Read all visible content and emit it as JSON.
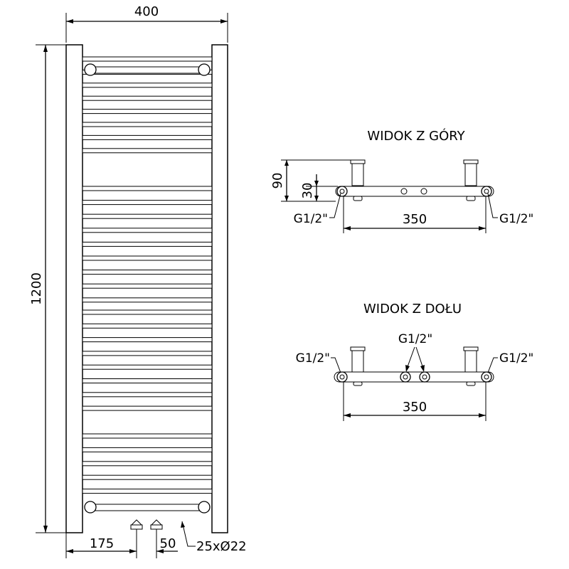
{
  "front_view": {
    "width_label": "400",
    "height_label": "1200",
    "offset_label": "175",
    "spacing_label": "50",
    "tubes_label": "25xØ22",
    "bar_count": 25
  },
  "top_view": {
    "title": "WIDOK Z GÓRY",
    "depth_label": "90",
    "offset_label": "30",
    "left_connection": "G1/2\"",
    "right_connection": "G1/2\"",
    "spacing_label": "350"
  },
  "bottom_view": {
    "title": "WIDOK Z DOŁU",
    "left_connection": "G1/2\"",
    "right_connection": "G1/2\"",
    "middle_connection": "G1/2\"",
    "spacing_label": "350"
  }
}
